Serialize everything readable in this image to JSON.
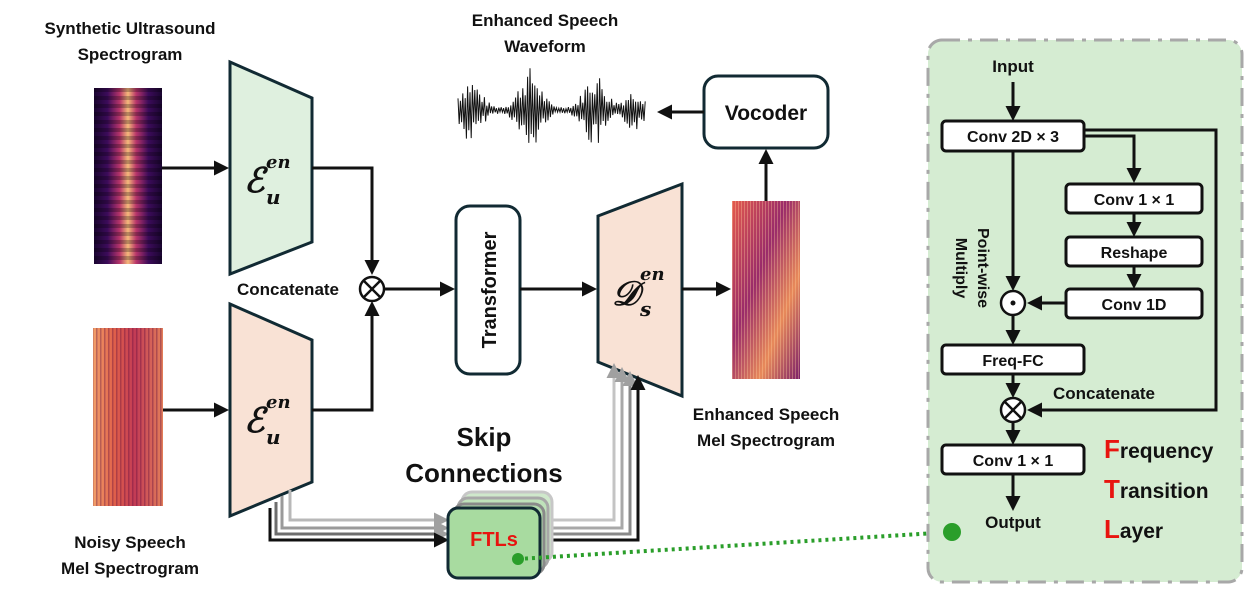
{
  "labels": {
    "synthetic_ultrasound": [
      "Synthetic Ultrasound",
      "Spectrogram"
    ],
    "noisy_speech": [
      "Noisy Speech",
      "Mel Spectrogram"
    ],
    "enhanced_waveform": [
      "Enhanced Speech",
      "Waveform"
    ],
    "enhanced_mel": [
      "Enhanced Speech",
      "Mel Spectrogram"
    ],
    "concatenate_left": "Concatenate",
    "skip_connections": [
      "Skip",
      "Connections"
    ]
  },
  "blocks": {
    "encoder_symbol": "ℰ",
    "encoder_subscript": "u",
    "encoder_superscript": "en",
    "decoder_symbol": "𝒟",
    "decoder_subscript": "s",
    "decoder_superscript": "en",
    "transformer": "Transformer",
    "vocoder": "Vocoder",
    "ftls": "FTLs"
  },
  "ftl_panel": {
    "input": "Input",
    "conv2d": "Conv 2D × 3",
    "conv1x1_top": "Conv 1 × 1",
    "reshape": "Reshape",
    "conv1d": "Conv 1D",
    "pointwise": [
      "Point-wise",
      "Multiply"
    ],
    "freq_fc": "Freq-FC",
    "concatenate": "Concatenate",
    "conv1x1_bottom": "Conv 1 × 1",
    "output": "Output",
    "ftl_words": [
      {
        "initial": "F",
        "rest": "requency"
      },
      {
        "initial": "T",
        "rest": "ransition"
      },
      {
        "initial": "L",
        "rest": "ayer"
      }
    ]
  },
  "colors": {
    "encoder_ultrasound_fill": "#dff0df",
    "encoder_noisy_fill": "#f9e2d5",
    "decoder_fill": "#f9e2d5",
    "panel_fill": "#d5ecd2",
    "panel_border": "#a8a8a8",
    "ftl_fill": "#a8dba0",
    "accent_red": "#e8140f",
    "dot_green": "#2a9e2a",
    "box_stroke": "#112a33"
  }
}
